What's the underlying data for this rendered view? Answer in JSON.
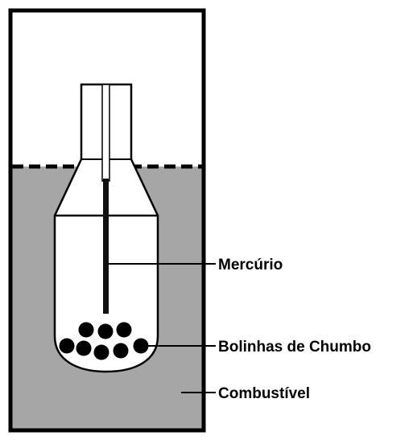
{
  "labels": {
    "mercury": "Mercúrio",
    "lead_balls": "Bolinhas de Chumbo",
    "fuel": "Combustível"
  },
  "colors": {
    "fuel": "#a6a6a6",
    "outline": "#000000",
    "background": "#ffffff"
  }
}
